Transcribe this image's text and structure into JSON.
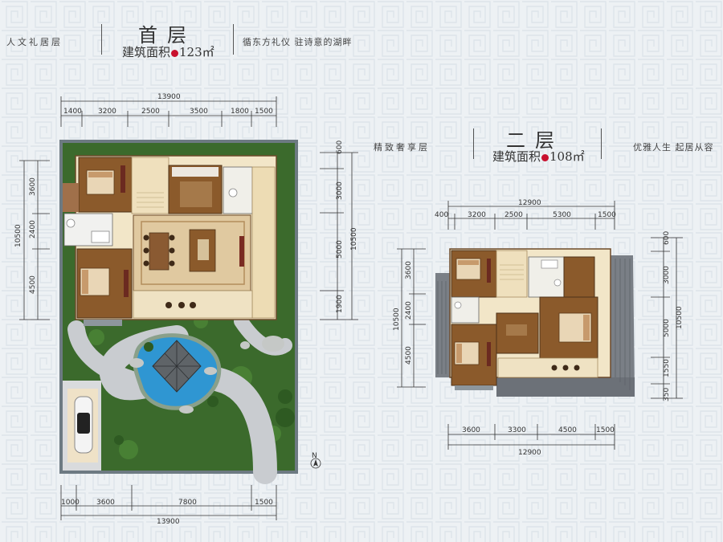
{
  "ground": {
    "left_slogan": "人文礼居层",
    "title": "首层",
    "area_label": "建筑面积",
    "area_value": "123",
    "area_unit": "㎡",
    "right_slogan": "循东方礼仪 驻诗意的湖畔",
    "top_total": "13900",
    "top_dims": [
      "1400",
      "3200",
      "2500",
      "3500",
      "1800",
      "1500"
    ],
    "bottom_total": "13900",
    "bottom_dims": [
      "1000",
      "3600",
      "7800",
      "1500"
    ],
    "left_total": "10500",
    "left_dims": [
      "3600",
      "2400",
      "4500"
    ],
    "right_total": "10500",
    "right_dims": [
      "600",
      "3000",
      "5000",
      "1900"
    ],
    "north": "N"
  },
  "upper": {
    "left_slogan": "精致奢享层",
    "title": "二层",
    "area_label": "建筑面积",
    "area_value": "108",
    "area_unit": "㎡",
    "right_slogan": "优雅人生 起居从容",
    "top_total": "12900",
    "top_dims": [
      "400",
      "3200",
      "2500",
      "5300",
      "1500"
    ],
    "bottom_total": "12900",
    "bottom_dims": [
      "3600",
      "3300",
      "4500",
      "1500"
    ],
    "left_total": "10500",
    "left_dims": [
      "3600",
      "2400",
      "4500"
    ],
    "right_total": "10500",
    "right_dims": [
      "600",
      "3000",
      "5000",
      "1550",
      "350"
    ]
  },
  "colors": {
    "wood": "#8b5a2b",
    "floor": "#f2e6c8",
    "lawn": "#3e6b2f",
    "water": "#3aa0d8",
    "path": "#c9ccd0",
    "roof": "#7a7f86"
  }
}
